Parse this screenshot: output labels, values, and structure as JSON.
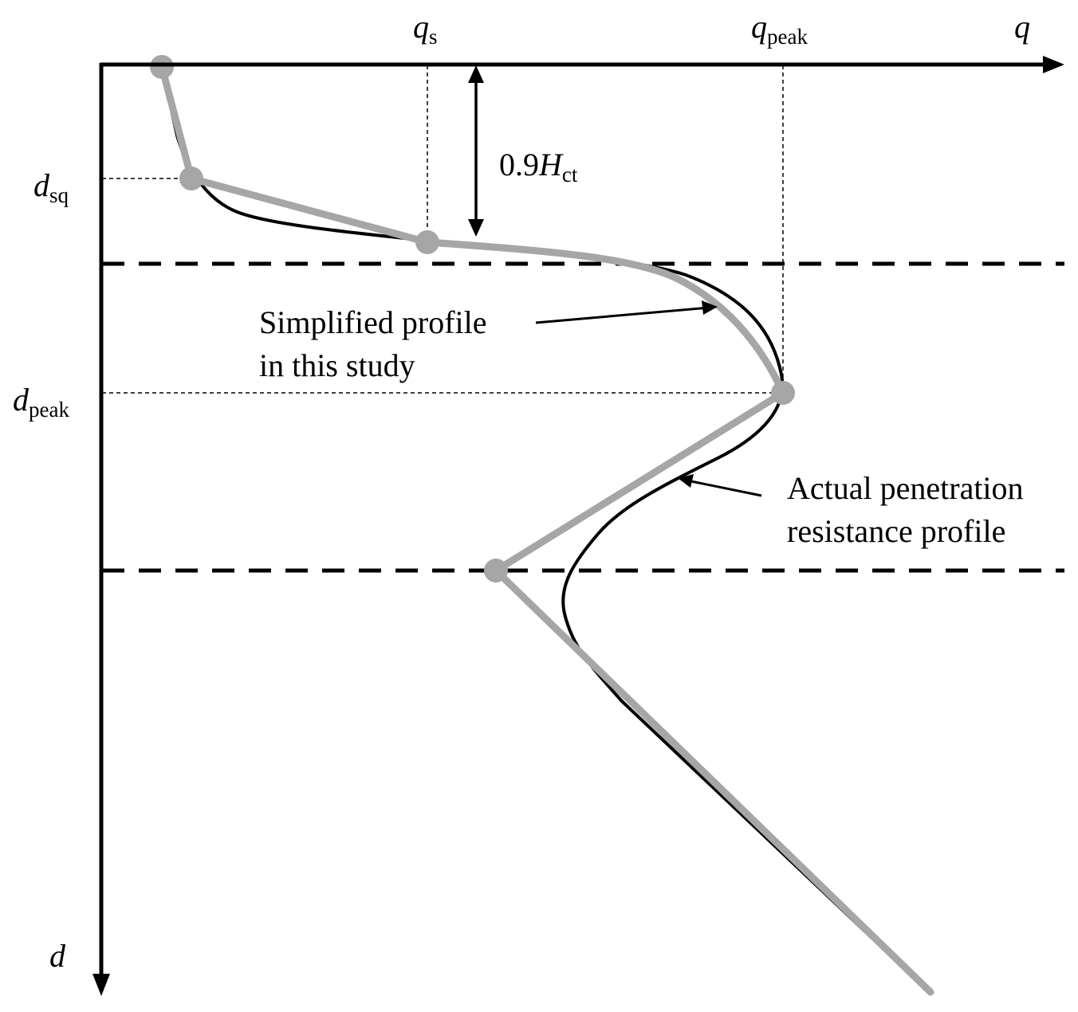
{
  "axes": {
    "x_symbol": "q",
    "y_symbol": "d"
  },
  "x_markers": {
    "qs": {
      "main": "q",
      "sub": "s"
    },
    "qpeak": {
      "main": "q",
      "sub": "peak"
    }
  },
  "y_markers": {
    "dsq": {
      "main": "d",
      "sub": "sq"
    },
    "dpeak": {
      "main": "d",
      "sub": "peak"
    }
  },
  "dimension": {
    "prefix": "0.9",
    "symbol": "H",
    "sub": "ct"
  },
  "annotations": {
    "simplified_line1": "Simplified profile",
    "simplified_line2": "in this study",
    "actual_line1": "Actual penetration",
    "actual_line2": "resistance profile"
  },
  "colors": {
    "axis": "#000000",
    "actual_profile": "#000000",
    "simplified_profile": "#a6a6a6",
    "marker": "#a6a6a6"
  }
}
